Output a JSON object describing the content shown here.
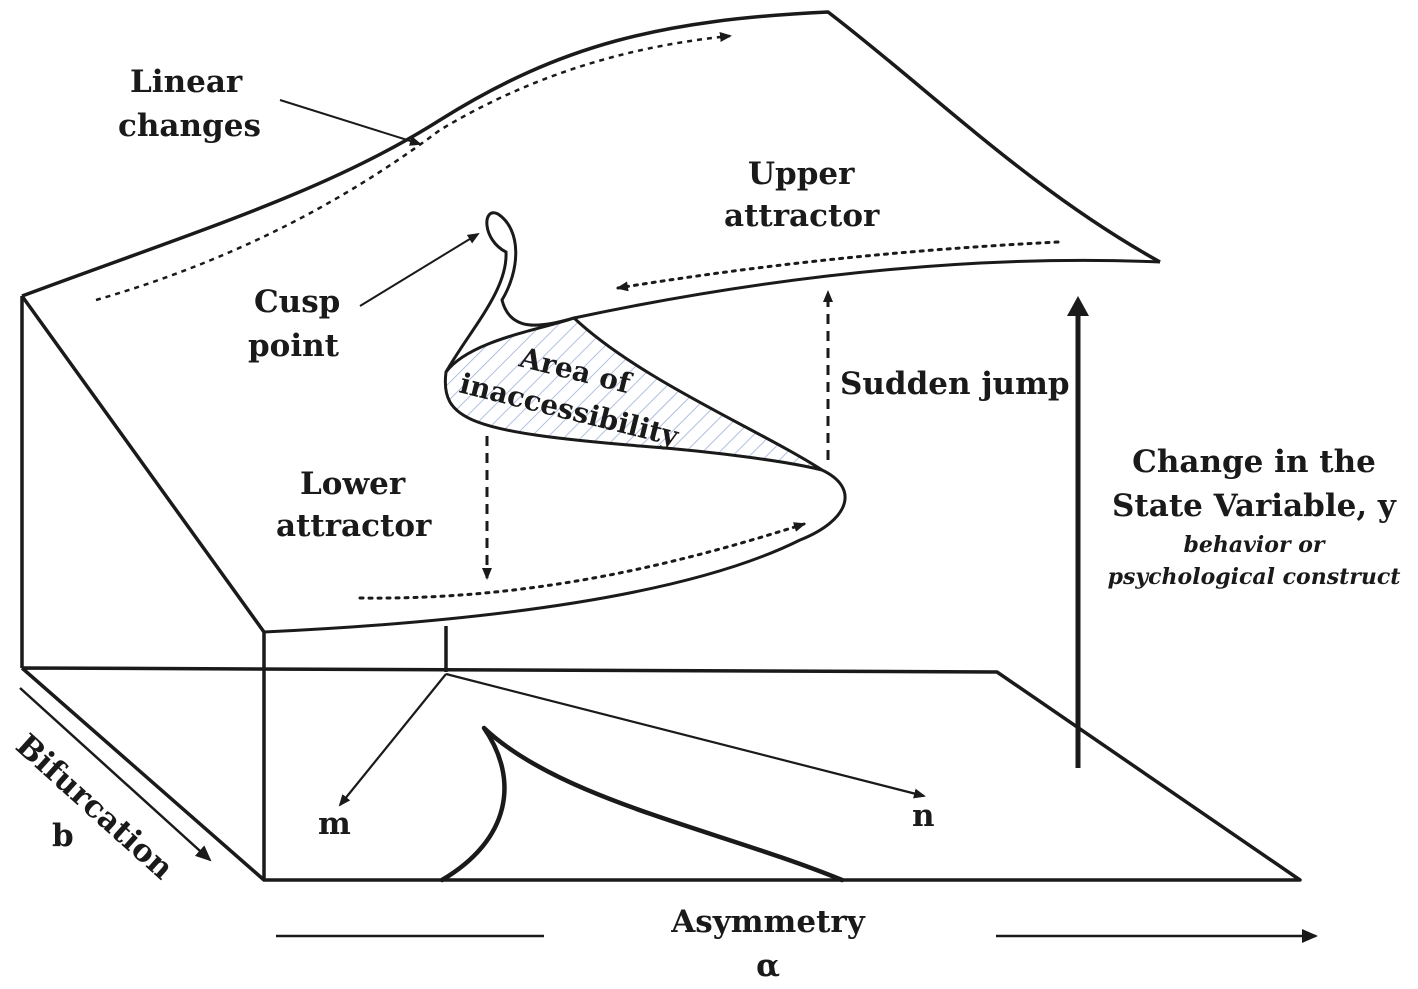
{
  "labels": {
    "linear_changes_1": "Linear",
    "linear_changes_2": "changes",
    "upper_attractor_1": "Upper",
    "upper_attractor_2": "attractor",
    "cusp_point_1": "Cusp",
    "cusp_point_2": "point",
    "area_1": "Area of",
    "area_2": "inaccessibility",
    "sudden_jump": "Sudden jump",
    "lower_attractor_1": "Lower",
    "lower_attractor_2": "attractor",
    "state_var_1": "Change in the",
    "state_var_2": "State Variable, y",
    "state_var_3": "behavior or",
    "state_var_4": "psychological construct",
    "bifurcation_1": "Bifurcation",
    "bifurcation_2": "b",
    "m": "m",
    "n": "n",
    "asymmetry_1": "Asymmetry",
    "asymmetry_2": "α"
  },
  "colors": {
    "ink": "#1a1a1a",
    "hatch": "#9db0d6"
  }
}
